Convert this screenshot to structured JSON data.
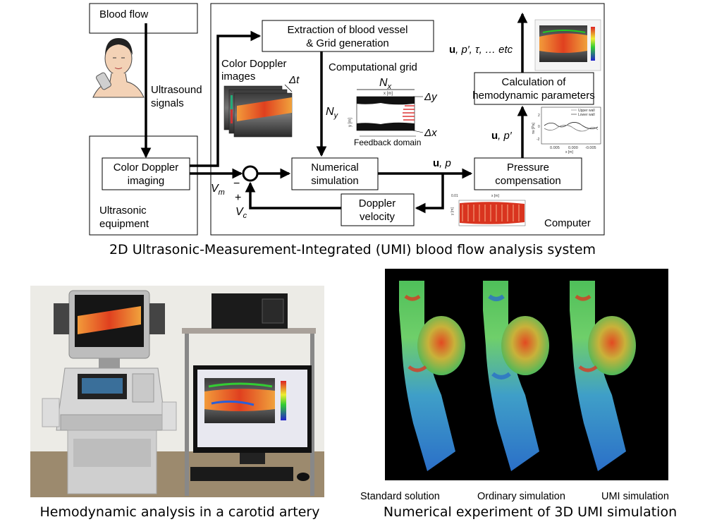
{
  "diagram": {
    "blood_flow": "Blood flow",
    "ultrasound_signals": [
      "Ultrasound",
      "signals"
    ],
    "color_doppler_imaging": [
      "Color Doppler",
      "imaging"
    ],
    "ultrasonic_equipment": [
      "Ultrasonic",
      "equipment"
    ],
    "extraction": [
      "Extraction of blood vessel",
      "& Grid generation"
    ],
    "color_doppler_images": [
      "Color Doppler",
      "images"
    ],
    "delta_t": "Δt",
    "computational_grid": "Computational grid",
    "nx": "N",
    "nx_sub": "x",
    "ny": "N",
    "ny_sub": "y",
    "delta_y": "Δy",
    "delta_x": "Δx",
    "grid_axis_x": "x [m]",
    "grid_axis_y": "y [m]",
    "feedback_domain": "Feedback domain",
    "numerical_simulation": [
      "Numerical",
      "simulation"
    ],
    "vm": "V",
    "vm_sub": "m",
    "vc": "V",
    "vc_sub": "c",
    "minus": "−",
    "plus": "+",
    "doppler_velocity": [
      "Doppler",
      "velocity"
    ],
    "u_p": [
      "u",
      ", p"
    ],
    "pressure_compensation": [
      "Pressure",
      "compensation"
    ],
    "u_pprime": [
      "u",
      ", p′"
    ],
    "calculation": [
      "Calculation of",
      "hemodynamic parameters"
    ],
    "outputs": [
      "u",
      ", p′, τ, … etc"
    ],
    "computer": "Computer",
    "tau_legend": [
      "Upper wall",
      "Lower wall"
    ],
    "tau_axis": "x [m]",
    "tau_ticks": [
      "0.005",
      "0.000",
      "-0.005"
    ],
    "tau_yticks": [
      "2",
      "0",
      "-2"
    ],
    "tau_ylabel": "τw [Pa]",
    "caption_2d": "2D Ultrasonic-Measurement-Integrated (UMI) blood flow analysis system"
  },
  "bottom": {
    "caption_left": "Hemodynamic analysis in a carotid artery",
    "caption_right": "Numerical experiment of 3D UMI simulation",
    "sim_labels": [
      "Standard solution",
      "Ordinary simulation",
      "UMI simulation"
    ]
  },
  "colors": {
    "line": "#000000",
    "doppler_red": "#d9341f",
    "doppler_orange": "#f08a2a",
    "sim_blue": "#2b6fc8",
    "sim_green": "#4fbf5a",
    "sim_red": "#d83a22"
  }
}
